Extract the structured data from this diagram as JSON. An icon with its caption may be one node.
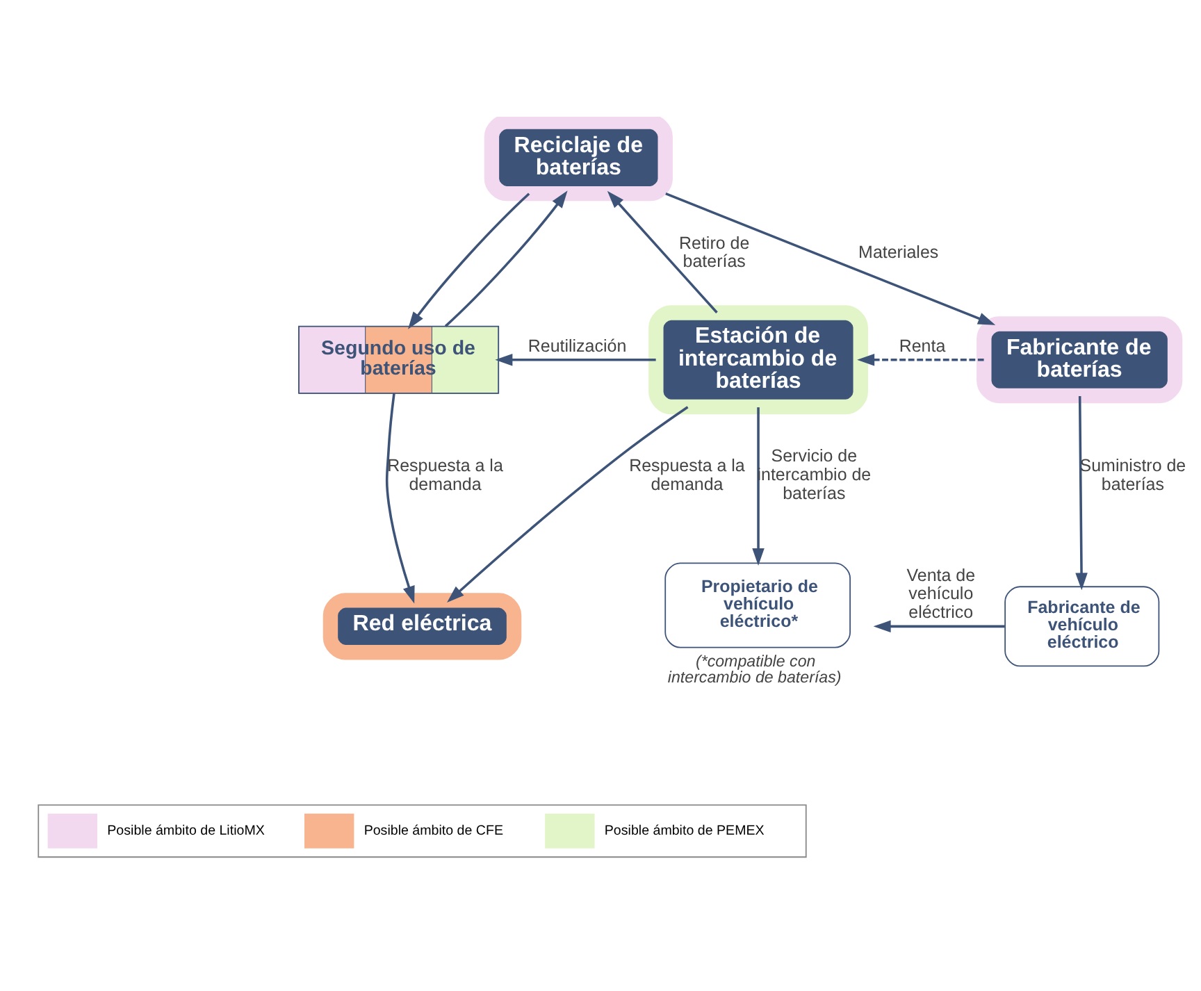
{
  "diagram": {
    "nodes": [
      {
        "text": [
          "Reciclaje de baterías"
        ]
      },
      {
        "text": [
          "Segundo uso de baterías"
        ]
      },
      {
        "text": [
          "Estación de intercambio de baterías"
        ]
      },
      {
        "text": [
          "Fabricante de baterías"
        ]
      },
      {
        "text": [
          "Red eléctrica"
        ]
      },
      {
        "text": [
          "Propietario de vehículo eléctrico*"
        ],
        "beside": [
          "(*compatible con intercambio de baterías)"
        ]
      },
      {
        "text": [
          "Fabricante de vehículo eléctrico"
        ]
      }
    ],
    "edges": [
      {
        "from": 0,
        "to": 3,
        "arrow": "to",
        "label": "Materiales"
      },
      {
        "from": 2,
        "to": 0,
        "arrow": "to",
        "label": "Retiro de baterías"
      },
      {
        "from": 0,
        "to": 1,
        "arrow": "to"
      },
      {
        "from": 1,
        "to": 0,
        "arrow": "to"
      },
      {
        "from": 2,
        "to": 1,
        "arrow": "to",
        "label": "Reutilización"
      },
      {
        "from": 3,
        "to": 2,
        "arrow": "to",
        "label": "Renta",
        "style": "dashed"
      },
      {
        "from": 1,
        "to": 4,
        "arrow": "to",
        "label": "Respuesta a la demanda"
      },
      {
        "from": 2,
        "to": 4,
        "arrow": "to",
        "label": "Respuesta a la demanda"
      },
      {
        "from": 2,
        "to": 5,
        "arrow": "to",
        "label": "Servicio de intercambio de baterías"
      },
      {
        "from": 3,
        "to": 6,
        "arrow": "to",
        "label": "Suministro de baterías"
      },
      {
        "from": 6,
        "to": 5,
        "arrow": "to",
        "label": "Venta de vehículo eléctrico"
      }
    ],
    "legend": [
      {
        "text": "Posible ámbito de LitioMX",
        "color": "#f3d9ef"
      },
      {
        "text": "Posible ámbito de CFE",
        "color": "#f7b48f"
      },
      {
        "text": "Posible ámbito de PEMEX",
        "color": "#e2f5c8"
      }
    ]
  }
}
